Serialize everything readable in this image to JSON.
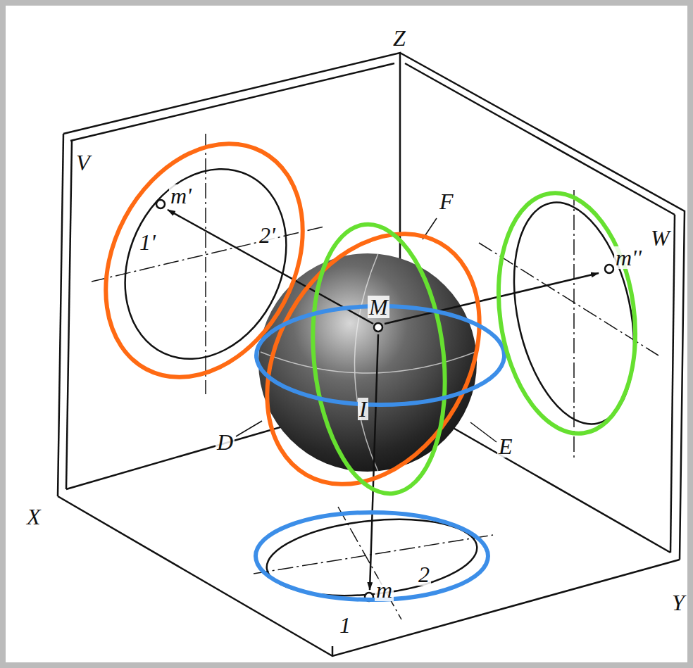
{
  "diagram": {
    "labels": [
      "Z",
      "V",
      "W",
      "m'",
      "1'",
      "2'",
      "F",
      "M",
      "m''",
      "I",
      "D",
      "E",
      "X",
      "Y",
      "m",
      "1",
      "2"
    ]
  }
}
